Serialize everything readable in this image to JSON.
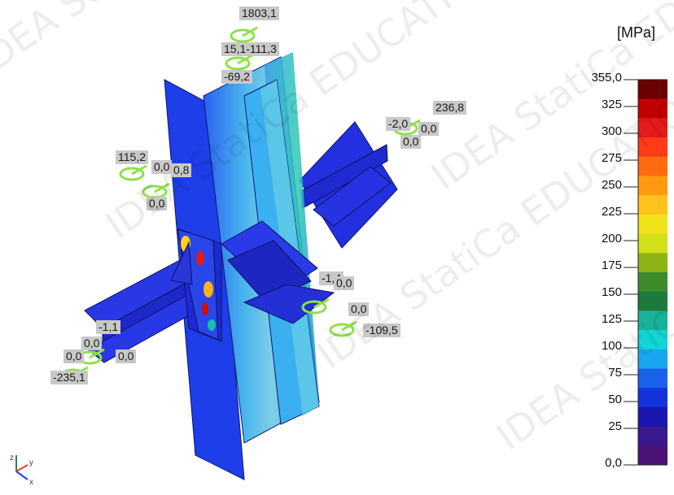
{
  "scale": {
    "unit": "[MPa]",
    "ticks": [
      "355,0",
      "325",
      "300",
      "275",
      "250",
      "225",
      "200",
      "175",
      "150",
      "125",
      "100",
      "75",
      "50",
      "25",
      "0,0"
    ],
    "colors": [
      "#6b0000",
      "#c00000",
      "#e51a1a",
      "#ff3b1a",
      "#ff6a10",
      "#ff9a10",
      "#ffc21a",
      "#f2e21a",
      "#d2e01a",
      "#8cb414",
      "#3c8a2a",
      "#1e7a3c",
      "#18b29a",
      "#12d4d4",
      "#1aa6ee",
      "#1a62ea",
      "#1432dc",
      "#1a16b0",
      "#3a1890",
      "#4b1276"
    ]
  },
  "annotations": [
    {
      "text": "1803,1"
    },
    {
      "text": "15,1-111,3"
    },
    {
      "text": "-69,2"
    },
    {
      "text": "236,8"
    },
    {
      "text": "-2,0"
    },
    {
      "text": "0,0"
    },
    {
      "text": "0,0"
    },
    {
      "text": "115,2"
    },
    {
      "text": "0,0"
    },
    {
      "text": "0,8"
    },
    {
      "text": "0,0"
    },
    {
      "text": "-1,4"
    },
    {
      "text": "0,0"
    },
    {
      "text": "0,0"
    },
    {
      "text": "-109,5"
    },
    {
      "text": "-1,1"
    },
    {
      "text": "0,0"
    },
    {
      "text": "0,0"
    },
    {
      "text": "0,0"
    },
    {
      "text": "-235,1"
    }
  ],
  "axes": {
    "x": "x",
    "y": "y",
    "z": "z"
  },
  "watermark": {
    "text": "IDEA StatiCa EDUCATIONAL VERSION"
  },
  "colors": {
    "background": "#ffffff",
    "label_bg": "#c8c8c8",
    "arrow": "#8ee04a",
    "steel_blue": "#1e3fe6",
    "web_light": "#3aa8e8"
  }
}
